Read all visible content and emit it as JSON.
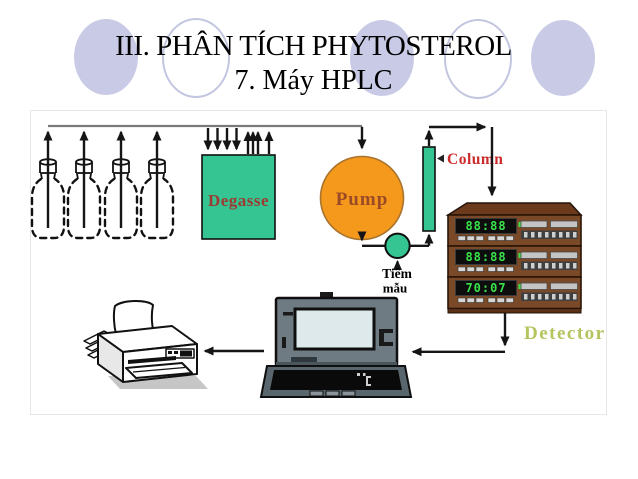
{
  "slide": {
    "title_line1": "III. PHÂN TÍCH PHYTOSTEROL",
    "title_line2": "7. Máy HPLC"
  },
  "diagram": {
    "solvent_bottle_count": 4,
    "labels": {
      "degasser": "Degasse",
      "pump": "Pump",
      "column": "Column",
      "injector_line1": "Tiêm",
      "injector_line2": "mẫu",
      "detector": "Detector"
    },
    "detector_displays": [
      "88:88",
      "88:88",
      "70:07"
    ],
    "colors": {
      "device_green": "#35c593",
      "pump_orange": "#f5991d",
      "degasser_label_red": "#9b3b31",
      "pump_label_brown": "#9b4a26",
      "column_label_red": "#cc2b2b",
      "detector_label_green": "#b5c45e",
      "rack_brown": "#7a4a28",
      "circle_lavender": "#c9cbe6"
    }
  }
}
